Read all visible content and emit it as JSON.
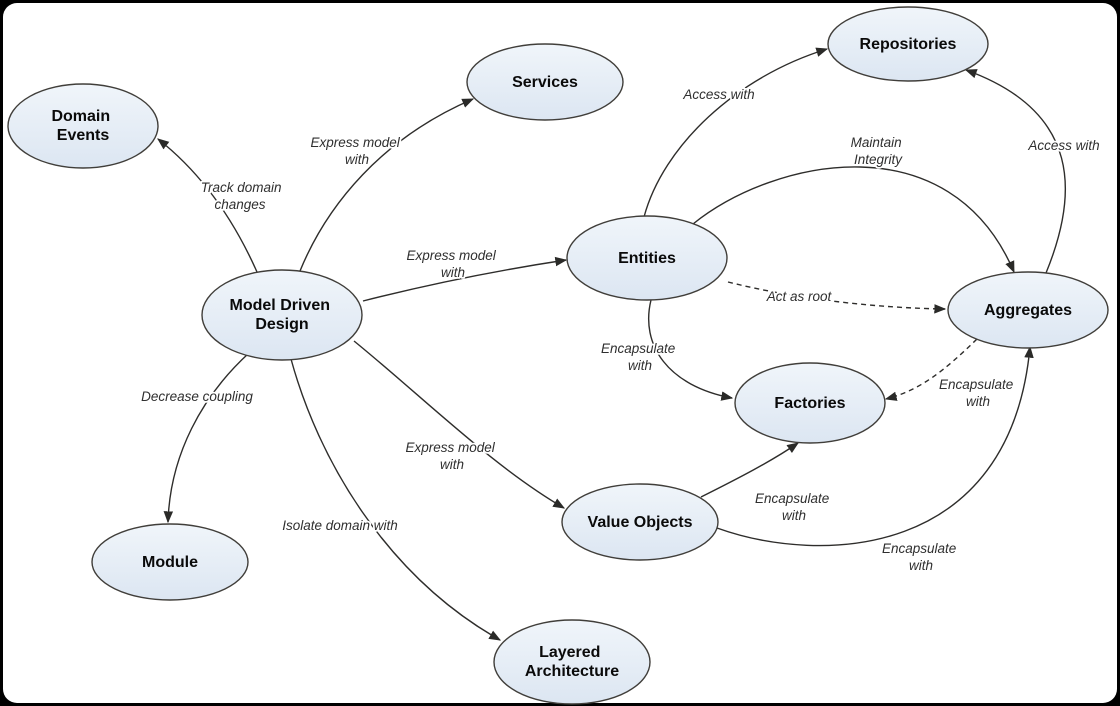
{
  "diagram": {
    "colors": {
      "page_frame": "#000000",
      "canvas_background": "#ffffff",
      "node_fill_top": "#f0f5fa",
      "node_fill_bottom": "#dce6f2",
      "node_border": "#403e3a",
      "edge_line": "#2e2d2b",
      "node_text": "#0a0a0a",
      "edge_label_text": "#2f2f2f"
    },
    "nodes": [
      {
        "id": "domain-events",
        "lines": [
          "Domain",
          "Events"
        ]
      },
      {
        "id": "services",
        "lines": [
          "Services"
        ]
      },
      {
        "id": "repositories",
        "lines": [
          "Repositories"
        ]
      },
      {
        "id": "model-driven-design",
        "lines": [
          "Model Driven",
          "Design"
        ]
      },
      {
        "id": "entities",
        "lines": [
          "Entities"
        ]
      },
      {
        "id": "aggregates",
        "lines": [
          "Aggregates"
        ]
      },
      {
        "id": "factories",
        "lines": [
          "Factories"
        ]
      },
      {
        "id": "value-objects",
        "lines": [
          "Value Objects"
        ]
      },
      {
        "id": "module",
        "lines": [
          "Module"
        ]
      },
      {
        "id": "layered-architecture",
        "lines": [
          "Layered",
          "Architecture"
        ]
      }
    ],
    "edges": [
      {
        "id": "track-domain-changes",
        "from": "model-driven-design",
        "to": "domain-events",
        "style": "solid",
        "label": "Track domain changes",
        "label_lines": [
          "Track domain",
          "changes"
        ]
      },
      {
        "id": "express-model-with-services",
        "from": "model-driven-design",
        "to": "services",
        "style": "solid",
        "label": "Express model with",
        "label_lines": [
          "Express model",
          "with"
        ]
      },
      {
        "id": "express-model-with-entities",
        "from": "model-driven-design",
        "to": "entities",
        "style": "solid",
        "label": "Express model with",
        "label_lines": [
          "Express model",
          "with"
        ]
      },
      {
        "id": "express-model-with-value-objects",
        "from": "model-driven-design",
        "to": "value-objects",
        "style": "solid",
        "label": "Express model with",
        "label_lines": [
          "Express model",
          "with"
        ]
      },
      {
        "id": "decrease-coupling",
        "from": "model-driven-design",
        "to": "module",
        "style": "solid",
        "label": "Decrease coupling",
        "label_lines": [
          "Decrease coupling"
        ]
      },
      {
        "id": "isolate-domain-with",
        "from": "model-driven-design",
        "to": "layered-architecture",
        "style": "solid",
        "label": "Isolate domain with",
        "label_lines": [
          "Isolate domain with"
        ]
      },
      {
        "id": "access-with-entities",
        "from": "entities",
        "to": "repositories",
        "style": "solid",
        "label": "Access with",
        "label_lines": [
          "Access with"
        ]
      },
      {
        "id": "maintain-integrity",
        "from": "entities",
        "to": "aggregates",
        "style": "solid",
        "label": "Maintain Integrity",
        "label_lines": [
          "Maintain",
          "Integrity"
        ]
      },
      {
        "id": "access-with-aggregates",
        "from": "aggregates",
        "to": "repositories",
        "style": "solid",
        "label": "Access with",
        "label_lines": [
          "Access with"
        ]
      },
      {
        "id": "act-as-root",
        "from": "entities",
        "to": "aggregates",
        "style": "dashed",
        "label": "Act as root",
        "label_lines": [
          "Act as root"
        ]
      },
      {
        "id": "encapsulate-entities-factories",
        "from": "entities",
        "to": "factories",
        "style": "solid",
        "label": "Encapsulate with",
        "label_lines": [
          "Encapsulate",
          "with"
        ]
      },
      {
        "id": "encapsulate-value-objects-factories",
        "from": "value-objects",
        "to": "factories",
        "style": "solid",
        "label": "Encapsulate with",
        "label_lines": [
          "Encapsulate",
          "with"
        ]
      },
      {
        "id": "encapsulate-aggregates-factories",
        "from": "aggregates",
        "to": "factories",
        "style": "dashed",
        "label": "Encapsulate with",
        "label_lines": [
          "Encapsulate",
          "with"
        ]
      },
      {
        "id": "encapsulate-value-objects-aggregates",
        "from": "value-objects",
        "to": "aggregates",
        "style": "solid",
        "label": "Encapsulate with",
        "label_lines": [
          "Encapsulate",
          "with"
        ]
      }
    ]
  }
}
